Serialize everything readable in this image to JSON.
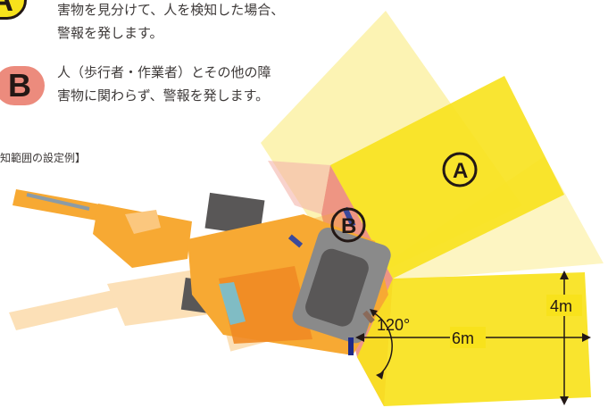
{
  "legend": {
    "zone_a": {
      "badge": "A",
      "line1": "害物を見分けて、人を検知した場合、",
      "line2": "警報を発します。",
      "color": "#f8e21c"
    },
    "zone_b": {
      "badge": "B",
      "line1": "人（歩行者・作業者）とその他の障",
      "line2": "害物に関わらず、警報を発します。",
      "color": "#ec8b7d"
    }
  },
  "section_heading": "知範囲の設定例】",
  "diagram": {
    "zone_a_label": "A",
    "zone_b_label": "B",
    "angle_label": "120°",
    "length_label": "6m",
    "width_label": "4m",
    "excavator_color": "#f7a933",
    "zone_a_color": "#f8e21c",
    "zone_b_color": "#ec8b7d"
  }
}
